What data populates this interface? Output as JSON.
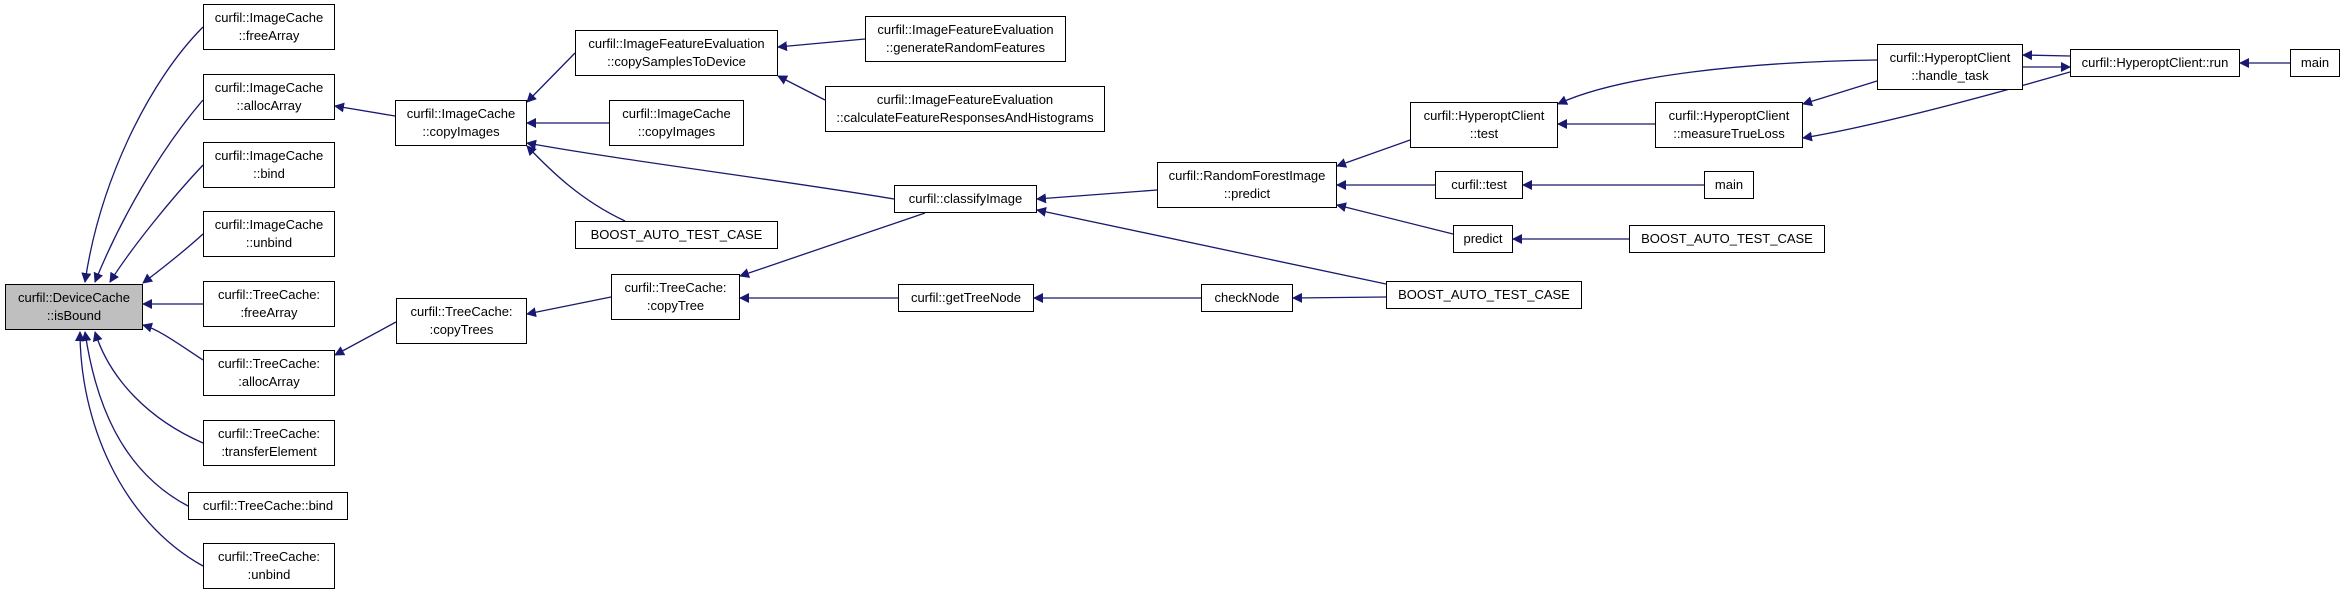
{
  "colors": {
    "edge": "#191970",
    "root_fill": "#bfbfbf",
    "node_fill": "#ffffff",
    "border": "#000000"
  },
  "nodes": {
    "isbound": {
      "lines": [
        "curfil::DeviceCache",
        "::isBound"
      ]
    },
    "ic_freearray": {
      "lines": [
        "curfil::ImageCache",
        "::freeArray"
      ]
    },
    "ic_allocarray": {
      "lines": [
        "curfil::ImageCache",
        "::allocArray"
      ]
    },
    "ic_bind": {
      "lines": [
        "curfil::ImageCache",
        "::bind"
      ]
    },
    "ic_unbind": {
      "lines": [
        "curfil::ImageCache",
        "::unbind"
      ]
    },
    "tc_freearray": {
      "lines": [
        "curfil::TreeCache:",
        ":freeArray"
      ]
    },
    "tc_allocarray": {
      "lines": [
        "curfil::TreeCache:",
        ":allocArray"
      ]
    },
    "tc_transfer": {
      "lines": [
        "curfil::TreeCache:",
        ":transferElement"
      ]
    },
    "tc_bind": {
      "lines": [
        "curfil::TreeCache::bind"
      ]
    },
    "tc_unbind": {
      "lines": [
        "curfil::TreeCache:",
        ":unbind"
      ]
    },
    "ic_copyimages": {
      "lines": [
        "curfil::ImageCache",
        "::copyImages"
      ]
    },
    "tc_copytrees": {
      "lines": [
        "curfil::TreeCache:",
        ":copyTrees"
      ]
    },
    "ife_copysamples": {
      "lines": [
        "curfil::ImageFeatureEvaluation",
        "::copySamplesToDevice"
      ]
    },
    "ic_copyimages2": {
      "lines": [
        "curfil::ImageCache",
        "::copyImages"
      ]
    },
    "boost1": {
      "lines": [
        "BOOST_AUTO_TEST_CASE"
      ]
    },
    "tc_copytree": {
      "lines": [
        "curfil::TreeCache:",
        ":copyTree"
      ]
    },
    "ife_genrand": {
      "lines": [
        "curfil::ImageFeatureEvaluation",
        "::generateRandomFeatures"
      ]
    },
    "ife_calcfeat": {
      "lines": [
        "curfil::ImageFeatureEvaluation",
        "::calculateFeatureResponsesAndHistograms"
      ]
    },
    "classify": {
      "lines": [
        "curfil::classifyImage"
      ]
    },
    "gettreenode": {
      "lines": [
        "curfil::getTreeNode"
      ]
    },
    "rf_predict": {
      "lines": [
        "curfil::RandomForestImage",
        "::predict"
      ]
    },
    "checknode": {
      "lines": [
        "checkNode"
      ]
    },
    "boost2": {
      "lines": [
        "BOOST_AUTO_TEST_CASE"
      ]
    },
    "hc_test": {
      "lines": [
        "curfil::HyperoptClient",
        "::test"
      ]
    },
    "c_test": {
      "lines": [
        "curfil::test"
      ]
    },
    "predict": {
      "lines": [
        "predict"
      ]
    },
    "hc_measure": {
      "lines": [
        "curfil::HyperoptClient",
        "::measureTrueLoss"
      ]
    },
    "main1": {
      "lines": [
        "main"
      ]
    },
    "boost3": {
      "lines": [
        "BOOST_AUTO_TEST_CASE"
      ]
    },
    "hc_handle": {
      "lines": [
        "curfil::HyperoptClient",
        "::handle_task"
      ]
    },
    "hc_run": {
      "lines": [
        "curfil::HyperoptClient::run"
      ]
    },
    "main2": {
      "lines": [
        "main"
      ]
    }
  }
}
